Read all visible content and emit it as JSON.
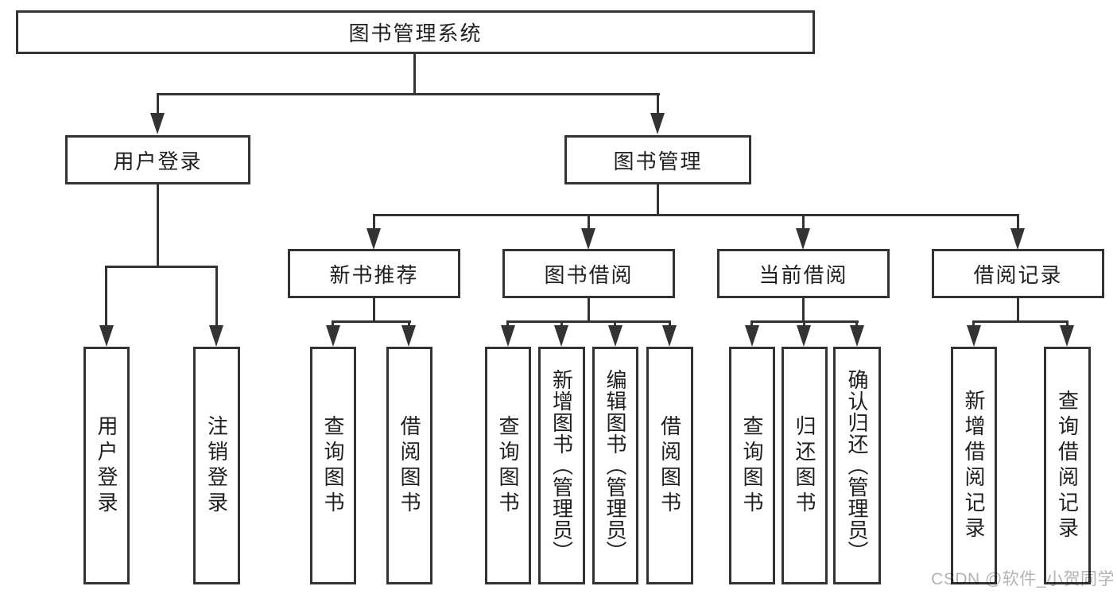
{
  "colors": {
    "line": "#333333",
    "box_border": "#333333",
    "text": "#1f1f1f",
    "watermark": "#b3b3b3",
    "background": "#ffffff"
  },
  "diagram": {
    "root": {
      "label": "图书管理系统"
    },
    "level1": [
      {
        "label": "用户登录"
      },
      {
        "label": "图书管理"
      }
    ],
    "level2": [
      {
        "label": "新书推荐"
      },
      {
        "label": "图书借阅"
      },
      {
        "label": "当前借阅"
      },
      {
        "label": "借阅记录"
      }
    ],
    "leaves": {
      "user_login": [
        {
          "label": "用户登录"
        },
        {
          "label": "注销登录"
        }
      ],
      "new_book_recommend": [
        {
          "label": "查询图书"
        },
        {
          "label": "借阅图书"
        }
      ],
      "book_lending": [
        {
          "label": "查询图书"
        },
        {
          "label": "新增图书（管理员）"
        },
        {
          "label": "编辑图书（管理员）"
        },
        {
          "label": "借阅图书"
        }
      ],
      "current_lending": [
        {
          "label": "查询图书"
        },
        {
          "label": "归还图书"
        },
        {
          "label": "确认归还（管理员）"
        }
      ],
      "lending_records": [
        {
          "label": "新增借阅记录"
        },
        {
          "label": "查询借阅记录"
        }
      ]
    }
  },
  "watermark": {
    "text": "CSDN @软件_小贺同学"
  }
}
